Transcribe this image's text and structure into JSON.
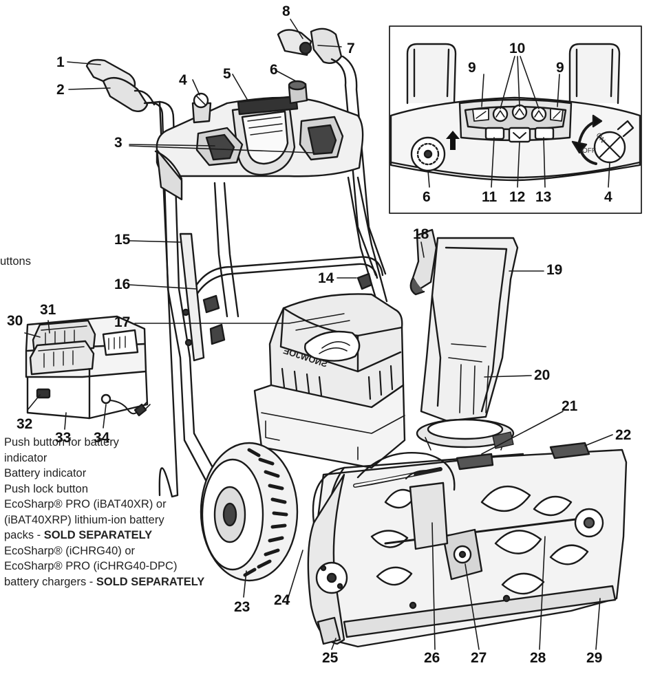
{
  "callouts": [
    "1",
    "2",
    "3",
    "4",
    "5",
    "6",
    "7",
    "8",
    "9",
    "10",
    "11",
    "12",
    "13",
    "14",
    "15",
    "16",
    "17",
    "18",
    "19",
    "20",
    "21",
    "22",
    "23",
    "24",
    "25",
    "26",
    "27",
    "28",
    "29",
    "30",
    "31",
    "32",
    "33",
    "34"
  ],
  "inset": {
    "numbers": [
      "9",
      "10",
      "9",
      "6",
      "11",
      "12",
      "13",
      "4"
    ],
    "on_label": "ON",
    "off_label": "OFF"
  },
  "legend_fragment": "uttons",
  "legend": [
    {
      "line1": "Push button for battery",
      "line2": "indicator"
    },
    {
      "line1": "Battery indicator"
    },
    {
      "line1": "Push lock button"
    },
    {
      "line1": "EcoSharp® PRO (iBAT40XR) or",
      "line2": "(iBAT40XRP) lithium-ion battery",
      "line3": "packs - ",
      "line3_bold": "SOLD SEPARATELY"
    },
    {
      "line1": "EcoSharp® (iCHRG40) or",
      "line2": "EcoSharp® PRO (iCHRG40-DPC)",
      "line3": "battery chargers - ",
      "line3_bold": "SOLD SEPARATELY"
    }
  ],
  "brand_text": "SNOWJOE"
}
